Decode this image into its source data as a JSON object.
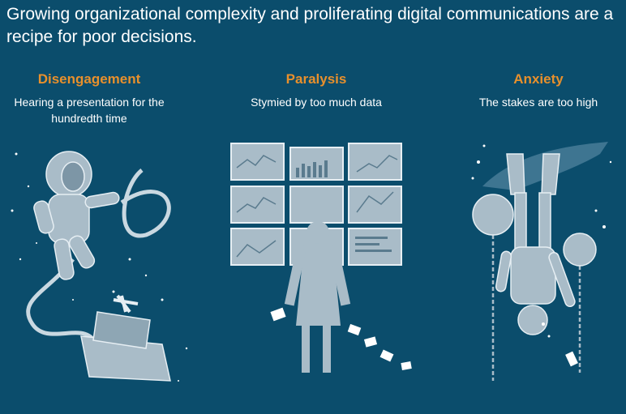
{
  "headline": "Growing organizational complexity and proliferating digital communications are a recipe for poor decisions.",
  "columns": [
    {
      "title": "Disengagement",
      "caption": "Hearing a presentation for the hundredth time",
      "icon": "astronaut-illustration"
    },
    {
      "title": "Paralysis",
      "caption": "Stymied by too much data",
      "icon": "person-with-screens-illustration"
    },
    {
      "title": "Anxiety",
      "caption": "The stakes are too high",
      "icon": "diver-with-mines-illustration"
    }
  ],
  "colors": {
    "background": "#0b4d6c",
    "accent": "#e8902c",
    "text": "#ffffff",
    "illustration": "#a9bcc8"
  }
}
